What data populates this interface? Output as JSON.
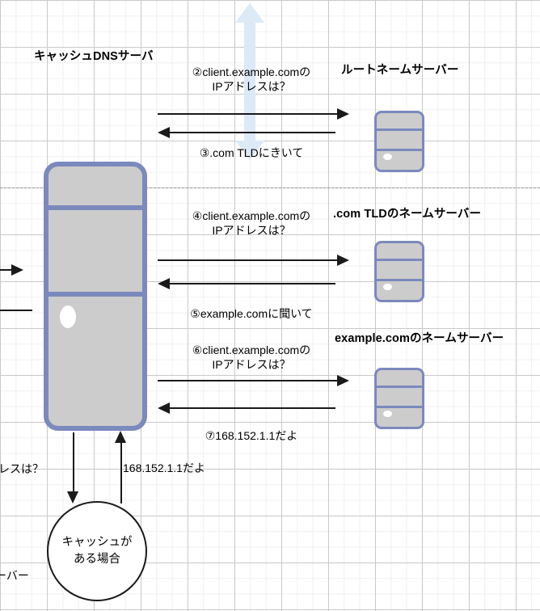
{
  "diagram": {
    "title_cache_dns": "キャッシュDNSサーバ",
    "label_root_ns": "ルートネームサーバー",
    "label_tld_ns": ".com TLDのネームサーバー",
    "label_example_ns": "example.comのネームサーバー",
    "step2": "②client.example.comの\nIPアドレスは？",
    "step3": "③.com TLDにきいて",
    "step4": "④client.example.comの\nIPアドレスは？",
    "step5": "⑤example.comに聞いて",
    "step6": "⑥client.example.comの\nIPアドレスは？",
    "step7": "⑦168.152.1.1だよ",
    "cache_answer": "168.152.1.1だよ",
    "cache_circle_text": "キャッシュが\nある場合",
    "clipped_question": "レスは？",
    "clipped_server": "ーバー"
  },
  "colors": {
    "server_border": "#7b89bd",
    "server_fill": "#cccccc",
    "arrow_black": "#1a1a1a",
    "blue_arrow": "#dce9f7",
    "grid_minor": "#f0f0f0",
    "grid_major": "#c9c9c9",
    "dashed_line": "#9a9a9a"
  }
}
